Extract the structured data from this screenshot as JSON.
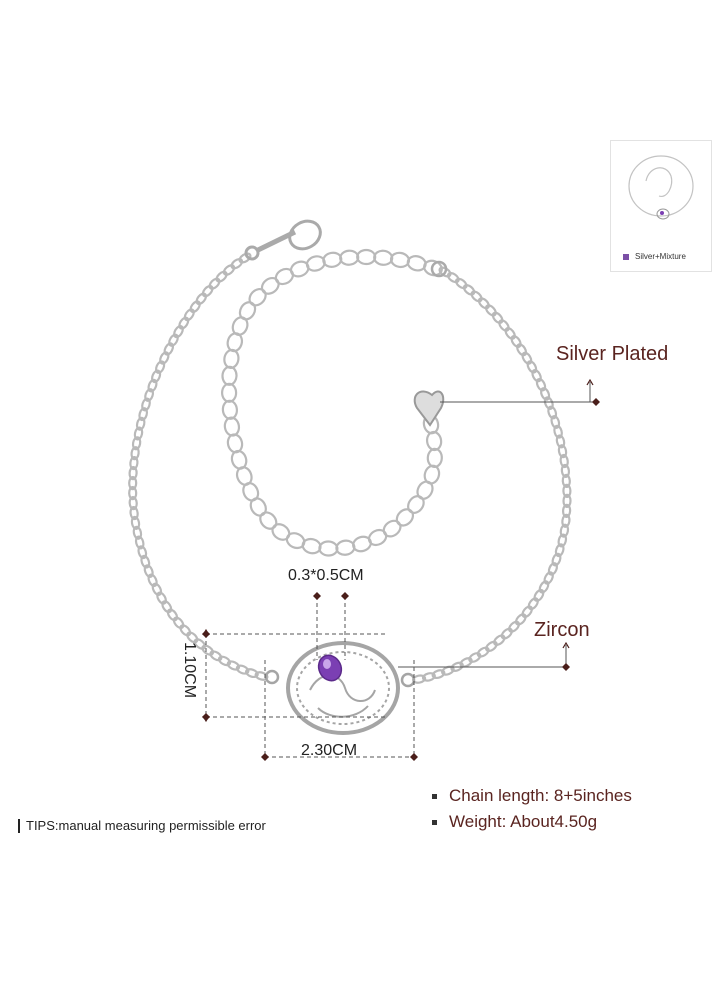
{
  "labels": {
    "silver_plated": "Silver Plated",
    "zircon": "Zircon",
    "stone_size": "0.3*0.5CM",
    "pendant_height": "1.10CM",
    "pendant_width": "2.30CM"
  },
  "specs": [
    {
      "text": "Chain length: 8+5inches"
    },
    {
      "text": "Weight: About4.50g"
    }
  ],
  "tips": "TIPS:manual measuring permissible error",
  "variant": {
    "label": "Silver+Mixture",
    "swatch_color": "#7b4fa6"
  },
  "colors": {
    "label_text": "#5a2420",
    "marker": "#4a1e1a",
    "chain": "#b9b9b9",
    "stone": "#7b3fb3"
  }
}
